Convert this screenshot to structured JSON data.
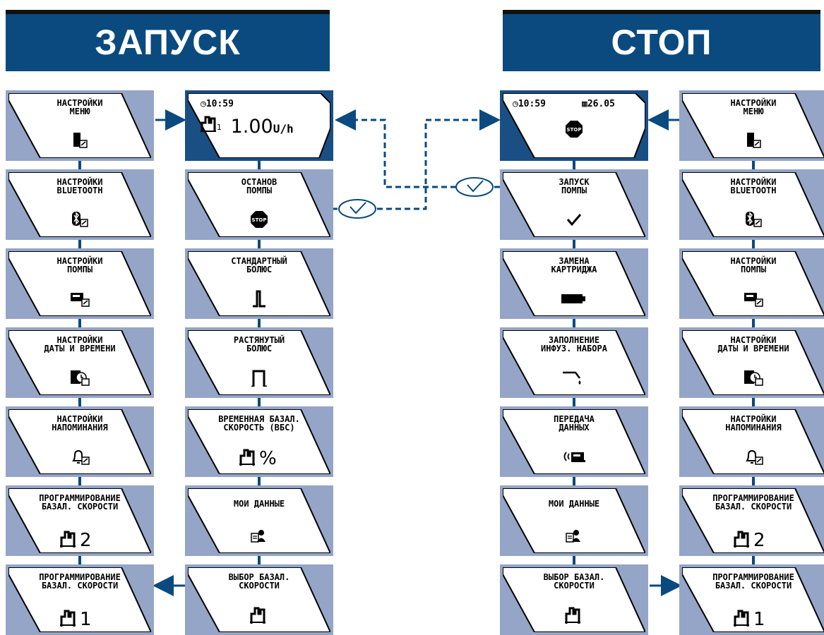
{
  "headers": {
    "left": "ЗАПУСК",
    "right": "СТОП"
  },
  "run_screen": {
    "time": "10:59",
    "rate": "1.00",
    "unit": "U/h",
    "profile": "1"
  },
  "stop_screen": {
    "time": "10:59",
    "date": "26.05",
    "stop_label": "STOP"
  },
  "col1": [
    {
      "text": "НАСТРОЙКИ\nМЕНЮ",
      "icon": "menu-settings-icon"
    },
    {
      "text": "НАСТРОЙКИ\nBLUETOOTH",
      "icon": "bluetooth-settings-icon"
    },
    {
      "text": "НАСТРОЙКИ\nПОМПЫ",
      "icon": "pump-settings-icon"
    },
    {
      "text": "НАСТРОЙКИ\nДАТЫ И ВРЕМЕНИ",
      "icon": "date-time-settings-icon"
    },
    {
      "text": "НАСТРОЙКИ\nНАПОМИНАНИЯ",
      "icon": "reminder-settings-icon"
    },
    {
      "text": "ПРОГРАММИРОВАНИЕ\nБАЗАЛ. СКОРОСТИ",
      "icon": "basal-profile-icon",
      "num": "2"
    },
    {
      "text": "ПРОГРАММИРОВАНИЕ\nБАЗАЛ. СКОРОСТИ",
      "icon": "basal-profile-icon",
      "num": "1"
    }
  ],
  "col2": [
    {
      "text": "ОСТАНОВ\nПОМПЫ",
      "icon": "stop-icon"
    },
    {
      "text": "СТАНДАРТНЫЙ\nБОЛЮС",
      "icon": "standard-bolus-icon"
    },
    {
      "text": "РАСТЯНУТЫЙ\nБОЛЮС",
      "icon": "extended-bolus-icon"
    },
    {
      "text": "ВРЕМЕННАЯ БАЗАЛ.\nСКОРОСТЬ (ВБС)",
      "icon": "tbr-icon",
      "num": "%"
    },
    {
      "text": "МОИ ДАННЫЕ",
      "icon": "my-data-icon"
    },
    {
      "text": "ВЫБОР БАЗАЛ.\nСКОРОСТИ",
      "icon": "basal-select-icon"
    }
  ],
  "col3": [
    {
      "text": "ЗАПУСК\nПОМПЫ",
      "icon": "check-icon"
    },
    {
      "text": "ЗАМЕНА\nКАРТРИДЖА",
      "icon": "cartridge-icon"
    },
    {
      "text": "ЗАПОЛНЕНИЕ\nИНФУЗ. НАБОРА",
      "icon": "fill-infusion-set-icon"
    },
    {
      "text": "ПЕРЕДАЧА\nДАННЫХ",
      "icon": "data-transfer-icon"
    },
    {
      "text": "МОИ ДАННЫЕ",
      "icon": "my-data-icon"
    },
    {
      "text": "ВЫБОР БАЗАЛ.\nСКОРОСТИ",
      "icon": "basal-select-icon"
    }
  ],
  "col4": [
    {
      "text": "НАСТРОЙКИ\nМЕНЮ",
      "icon": "menu-settings-icon"
    },
    {
      "text": "НАСТРОЙКИ\nBLUETOOTH",
      "icon": "bluetooth-settings-icon"
    },
    {
      "text": "НАСТРОЙКИ\nПОМПЫ",
      "icon": "pump-settings-icon"
    },
    {
      "text": "НАСТРОЙКИ\nДАТЫ И ВРЕМЕНИ",
      "icon": "date-time-settings-icon"
    },
    {
      "text": "НАСТРОЙКИ\nНАПОМИНАНИЯ",
      "icon": "reminder-settings-icon"
    },
    {
      "text": "ПРОГРАММИРОВАНИЕ\nБАЗАЛ. СКОРОСТИ",
      "icon": "basal-profile-icon",
      "num": "2"
    },
    {
      "text": "ПРОГРАММИРОВАНИЕ\nБАЗАЛ. СКОРОСТИ",
      "icon": "basal-profile-icon",
      "num": "1"
    }
  ],
  "colors": {
    "card": "#94a5c7",
    "card_active": "#1a4f84",
    "header": "#0a4a7e",
    "line": "#0a4a7e"
  }
}
